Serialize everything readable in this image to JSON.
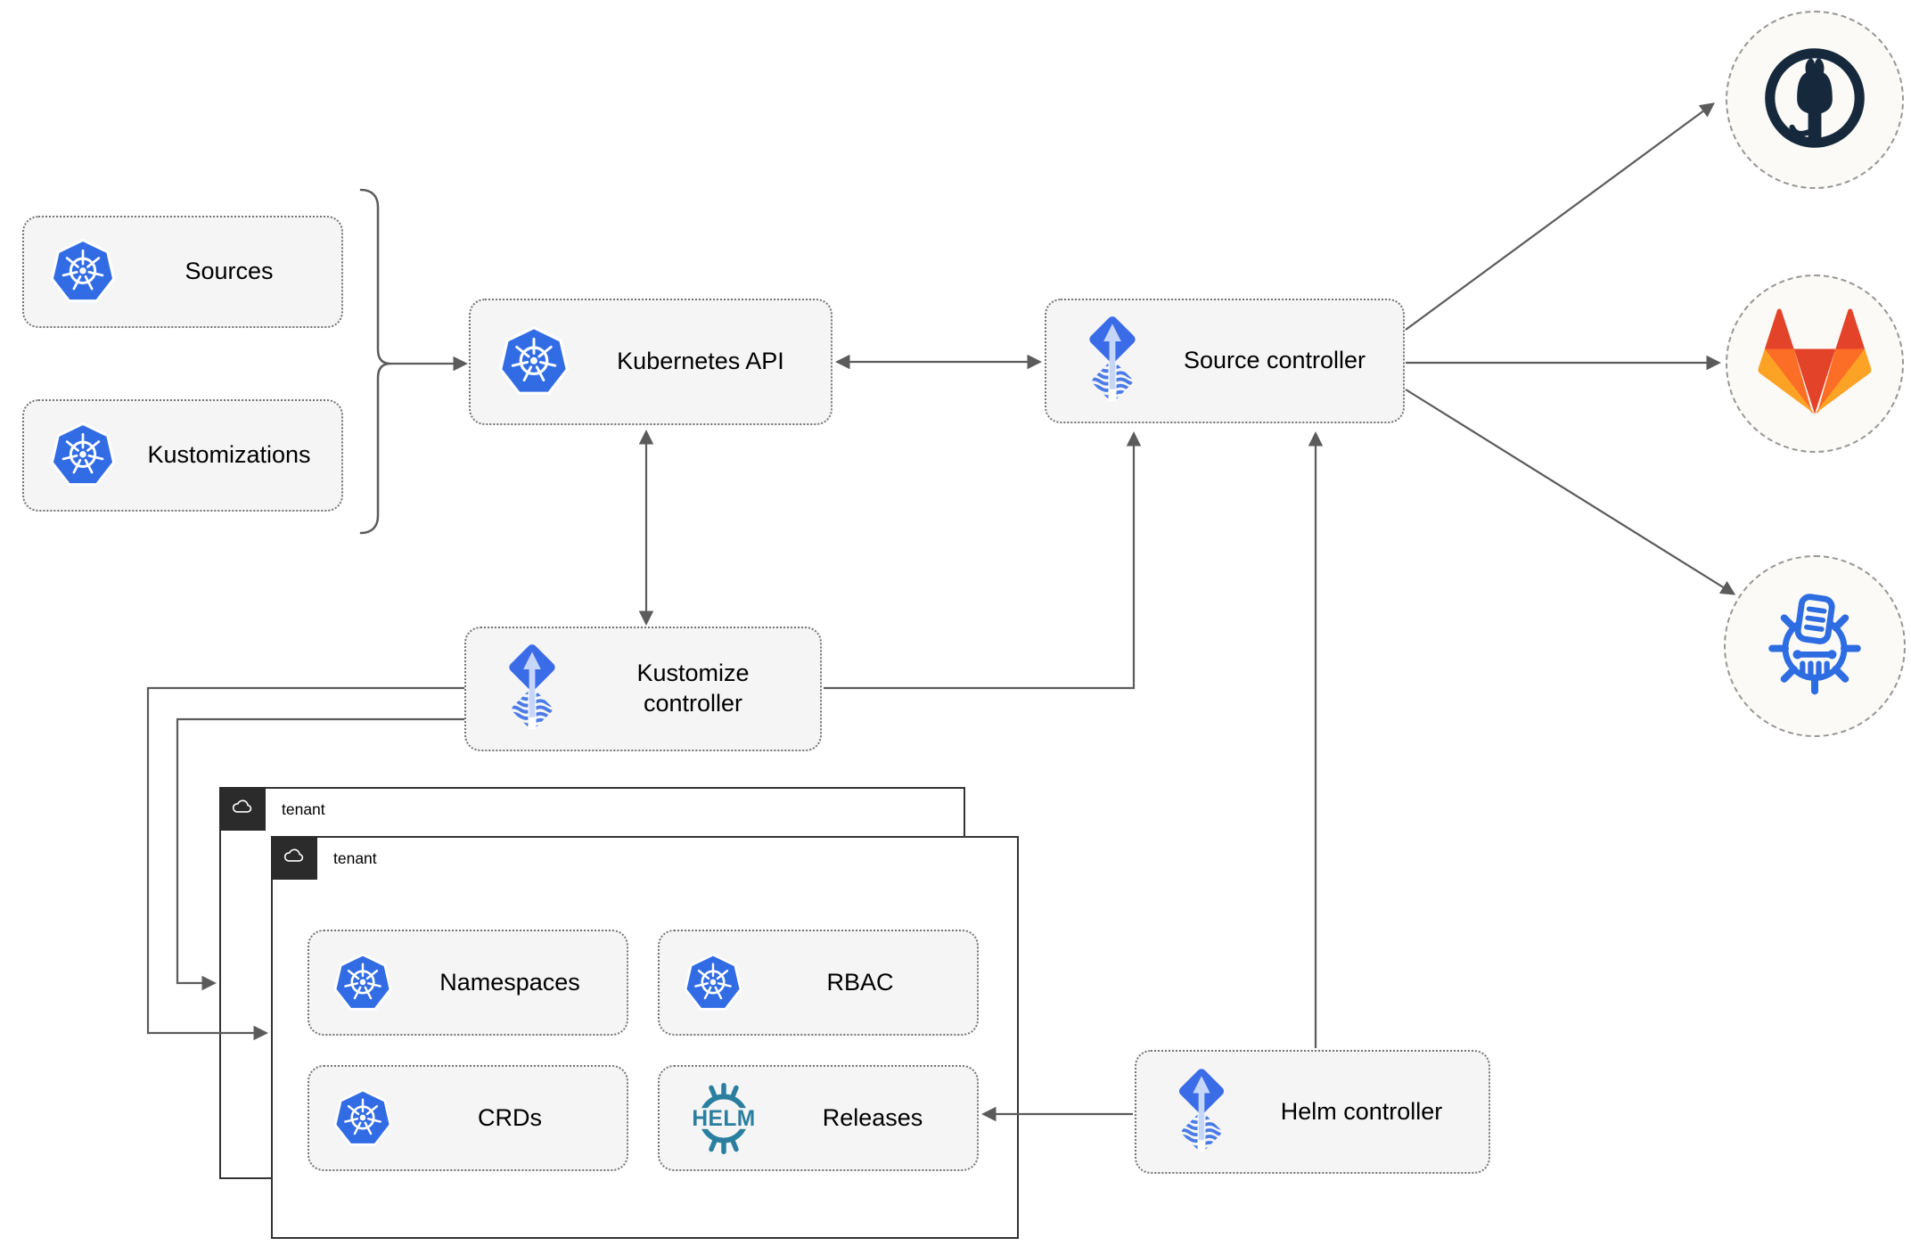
{
  "nodes": {
    "sources": {
      "label": "Sources",
      "icon": "kubernetes-icon"
    },
    "kustomizations": {
      "label": "Kustomizations",
      "icon": "kubernetes-icon"
    },
    "kubernetes_api": {
      "label": "Kubernetes API",
      "icon": "kubernetes-icon"
    },
    "source_controller": {
      "label": "Source controller",
      "icon": "flux-icon"
    },
    "kustomize_controller": {
      "label": "Kustomize controller",
      "icon": "flux-icon"
    },
    "helm_controller": {
      "label": "Helm controller",
      "icon": "flux-icon"
    },
    "outer_tenant": {
      "label": "tenant",
      "icon": "cloud-icon"
    },
    "inner_tenant": {
      "label": "tenant",
      "icon": "cloud-icon"
    },
    "namespaces": {
      "label": "Namespaces",
      "icon": "kubernetes-icon"
    },
    "rbac": {
      "label": "RBAC",
      "icon": "kubernetes-icon"
    },
    "crds": {
      "label": "CRDs",
      "icon": "kubernetes-icon"
    },
    "releases": {
      "label": "Releases",
      "icon": "helm-wheel-icon"
    }
  },
  "external_targets": {
    "github": {
      "icon": "github-octocat-icon"
    },
    "gitlab": {
      "icon": "gitlab-tanuki-icon"
    },
    "chart_repository": {
      "icon": "chartmuseum-icon"
    }
  },
  "logo_text": {
    "helm": "HELM"
  },
  "connections": [
    {
      "from": "sources + kustomizations (brace)",
      "to": "kubernetes_api",
      "type": "arrow"
    },
    {
      "from": "kubernetes_api",
      "to": "source_controller",
      "type": "bidirectional"
    },
    {
      "from": "kubernetes_api",
      "to": "kustomize_controller",
      "type": "bidirectional"
    },
    {
      "from": "kustomize_controller",
      "to": "source_controller",
      "type": "arrow"
    },
    {
      "from": "kustomize_controller",
      "to": "inner_tenant",
      "type": "arrow"
    },
    {
      "from": "kustomize_controller",
      "to": "outer_tenant",
      "type": "arrow"
    },
    {
      "from": "helm_controller",
      "to": "source_controller",
      "type": "arrow"
    },
    {
      "from": "helm_controller",
      "to": "releases",
      "type": "arrow"
    },
    {
      "from": "source_controller",
      "to": "github",
      "type": "arrow"
    },
    {
      "from": "source_controller",
      "to": "gitlab",
      "type": "arrow"
    },
    {
      "from": "source_controller",
      "to": "chart_repository",
      "type": "arrow"
    }
  ],
  "colors": {
    "kubernetes_blue": "#326CE5",
    "flux_blue": "#3B6CE8",
    "flux_arrow_light": "#C6D6F8",
    "flux_wave_blue": "#4A7BE8",
    "helm_teal": "#2A7FA0",
    "chartmuseum_blue": "#2D6CE1",
    "github_dark": "#16293C",
    "gitlab_orange_dark": "#E24329",
    "gitlab_orange": "#FC6D26",
    "gitlab_orange_light": "#FCA326",
    "tenant_tab_dark": "#2B2B2B",
    "connector_gray": "#5b5b5b",
    "node_fill": "#F5F5F5"
  }
}
